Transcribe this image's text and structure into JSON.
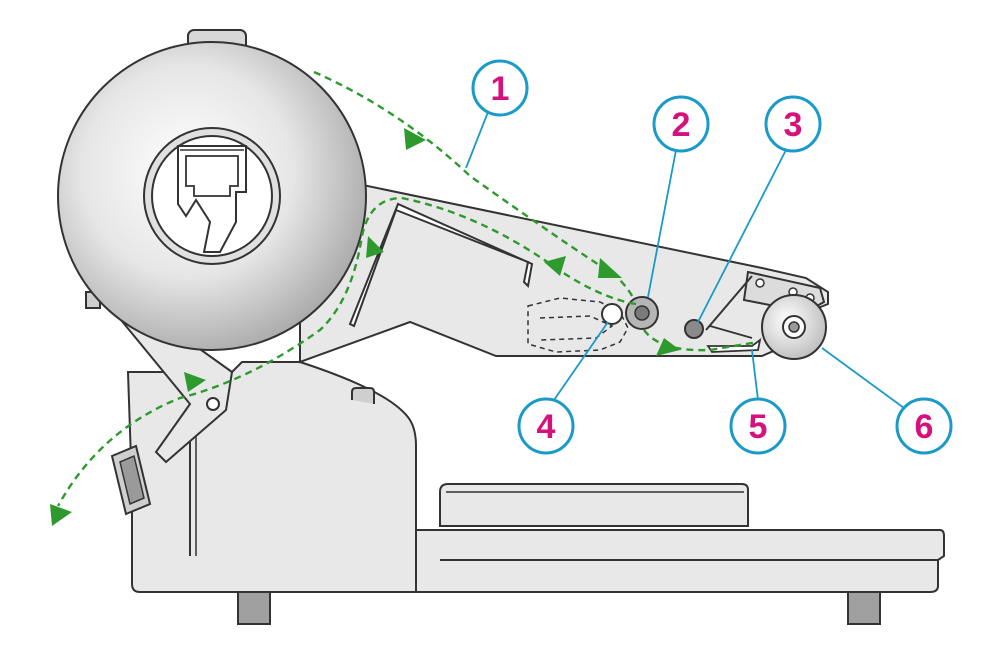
{
  "colors": {
    "background": "#ffffff",
    "body": "#e8e8e8",
    "outline": "#333333",
    "path": "#2e9a2e",
    "callout_ring": "#1a9ac9",
    "callout_text": "#d6117b",
    "roller": "#8e8e8e"
  },
  "callouts": [
    {
      "id": "1",
      "label": "1"
    },
    {
      "id": "2",
      "label": "2"
    },
    {
      "id": "3",
      "label": "3"
    },
    {
      "id": "4",
      "label": "4"
    },
    {
      "id": "5",
      "label": "5"
    },
    {
      "id": "6",
      "label": "6"
    }
  ],
  "icons": {
    "paper_path": "dashed-arrow-path",
    "roll": "paper-roll",
    "arrow": "triangle-arrow-icon"
  }
}
